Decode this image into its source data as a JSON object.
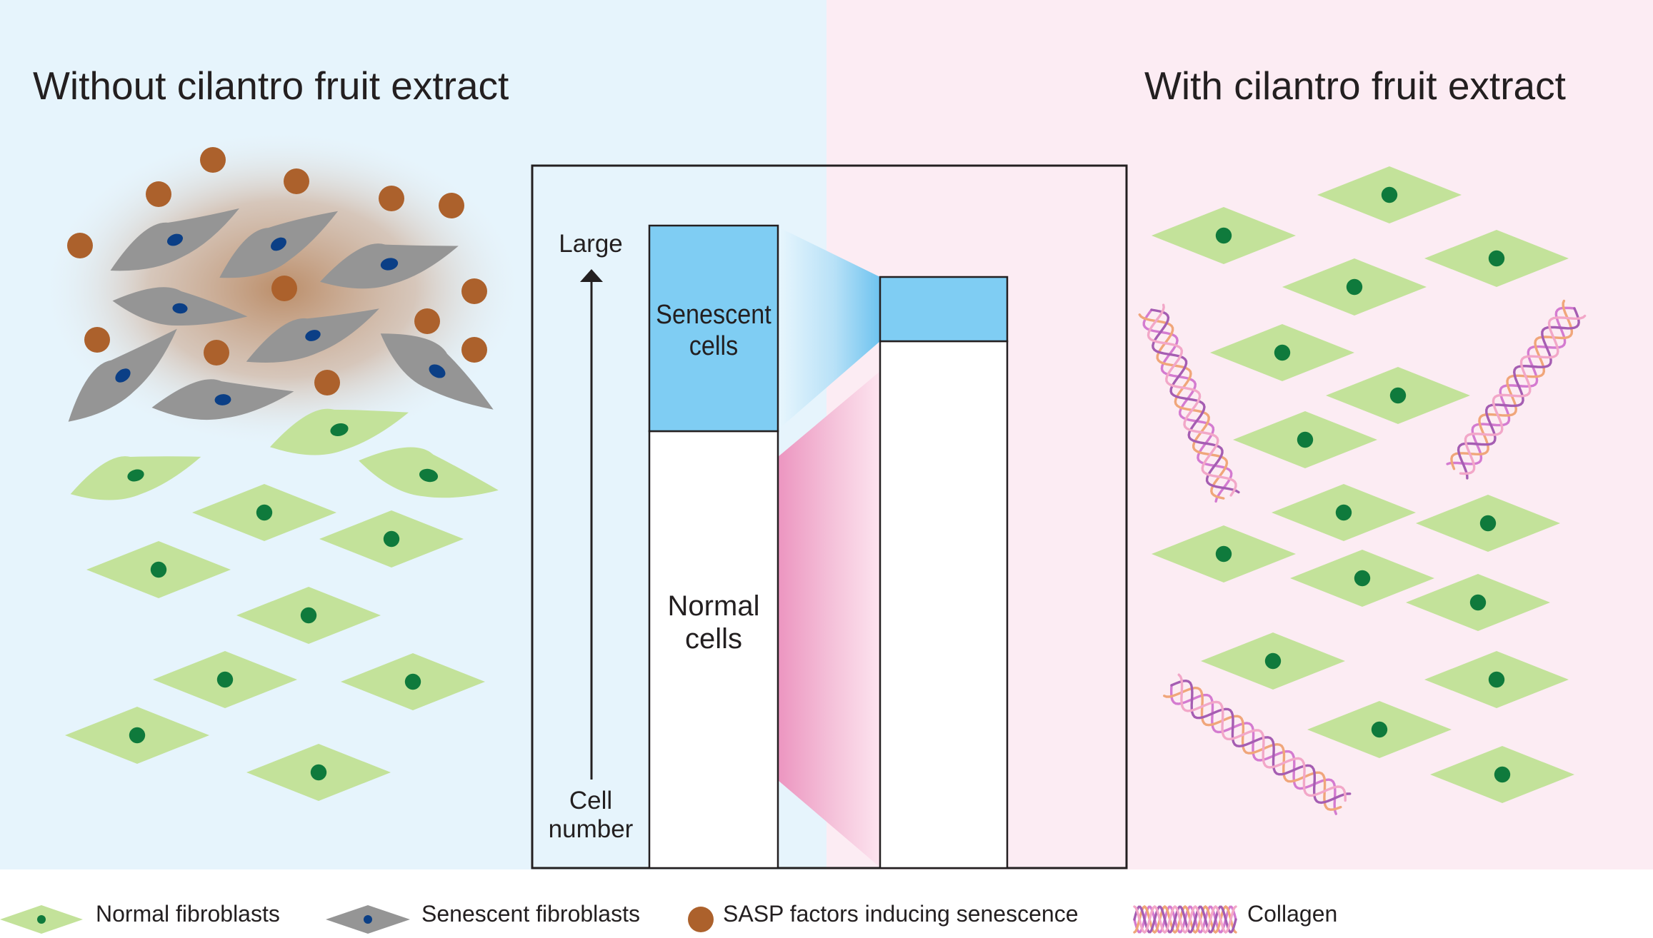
{
  "titles": {
    "left": "Without cilantro fruit extract",
    "right": "With cilantro fruit extract"
  },
  "chart": {
    "y_top_label": "Large",
    "y_axis_label": "Cell\nnumber",
    "segment_senescent": "Senescent\ncells",
    "segment_normal": "Normal\ncells"
  },
  "legend": {
    "normal_fibroblasts": "Normal fibroblasts",
    "senescent_fibroblasts": "Senescent fibroblasts",
    "sasp": "SASP factors inducing senescence",
    "collagen": "Collagen"
  },
  "colors": {
    "left_background": "#e6f4fc",
    "right_background": "#fcecf3",
    "normal_cell": "#c3e29a",
    "nucleus_green": "#0f7a3c",
    "senescent_cell": "#959595",
    "nucleus_blue": "#0b3f86",
    "sasp": "#ac612c",
    "senescent_segment": "#7fcdf3",
    "normal_segment": "#ffffff",
    "collagen_strands": [
      "#d47bd0",
      "#f0a67a",
      "#a55db2",
      "#f2a7c8"
    ]
  },
  "icons": [
    "normal-fibroblast-icon",
    "senescent-fibroblast-icon",
    "sasp-factor-icon",
    "collagen-helix-icon"
  ]
}
